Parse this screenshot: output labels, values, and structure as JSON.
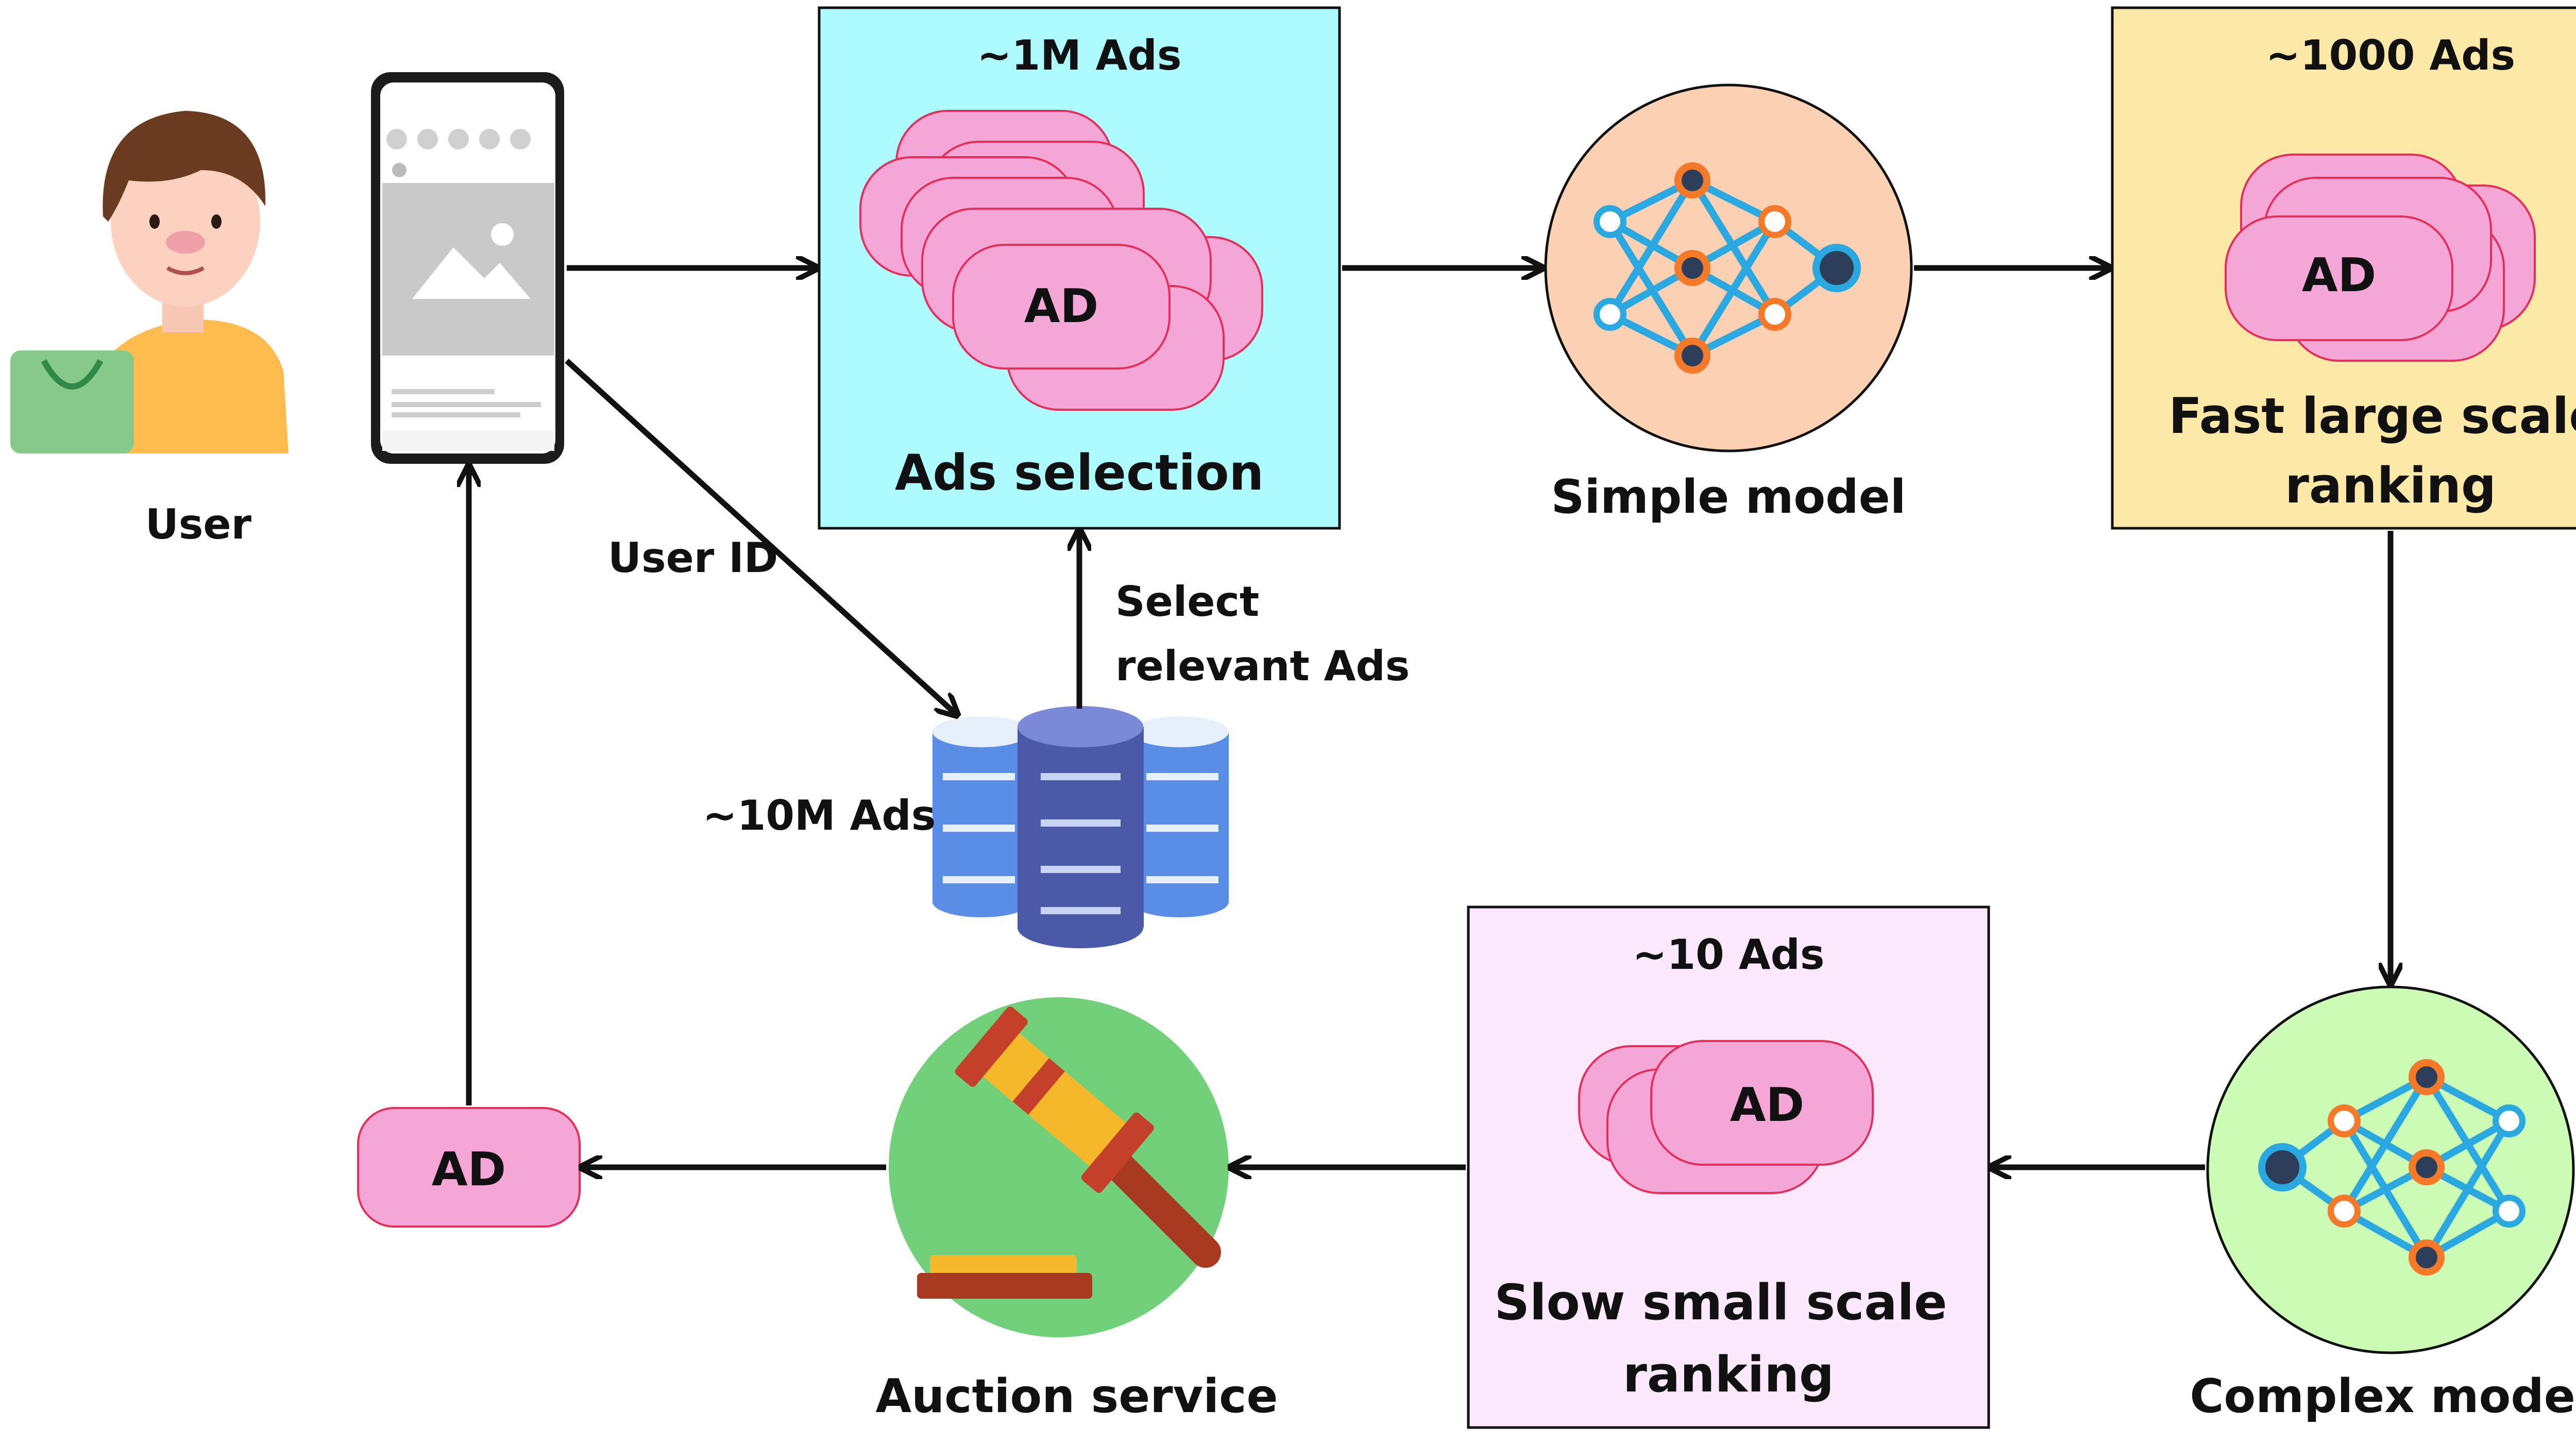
{
  "user": {
    "label": "User"
  },
  "edges": {
    "user_id_label": "User ID"
  },
  "ads_selection": {
    "count": "~1M Ads",
    "label": "Ads selection",
    "ad_text": "AD",
    "color": "#aefbff"
  },
  "database": {
    "count": "~10M Ads",
    "select_label_line1": "Select",
    "select_label_line2": "relevant Ads"
  },
  "simple_model": {
    "label": "Simple model",
    "color": "#fcd0b2"
  },
  "fast_ranking": {
    "count": "~1000 Ads",
    "label_line1": "Fast large scale",
    "label_line2": "ranking",
    "ad_text": "AD",
    "color": "#fde9a7"
  },
  "complex_model": {
    "label": "Complex model",
    "color": "#cbfbb5"
  },
  "slow_ranking": {
    "count": "~10 Ads",
    "label_line1": "Slow small scale",
    "label_line2": "ranking",
    "ad_text": "AD",
    "color": "#fbe8fc"
  },
  "auction": {
    "label": "Auction service",
    "color": "#72d07a"
  },
  "final_ad": {
    "text": "AD"
  },
  "colors": {
    "ad_fill": "#f4a6d6",
    "ad_stroke": "#e2305a",
    "accent_orange": "#f47a2a",
    "accent_blue": "#2aa8e0",
    "node_dark": "#2c3e5a"
  }
}
